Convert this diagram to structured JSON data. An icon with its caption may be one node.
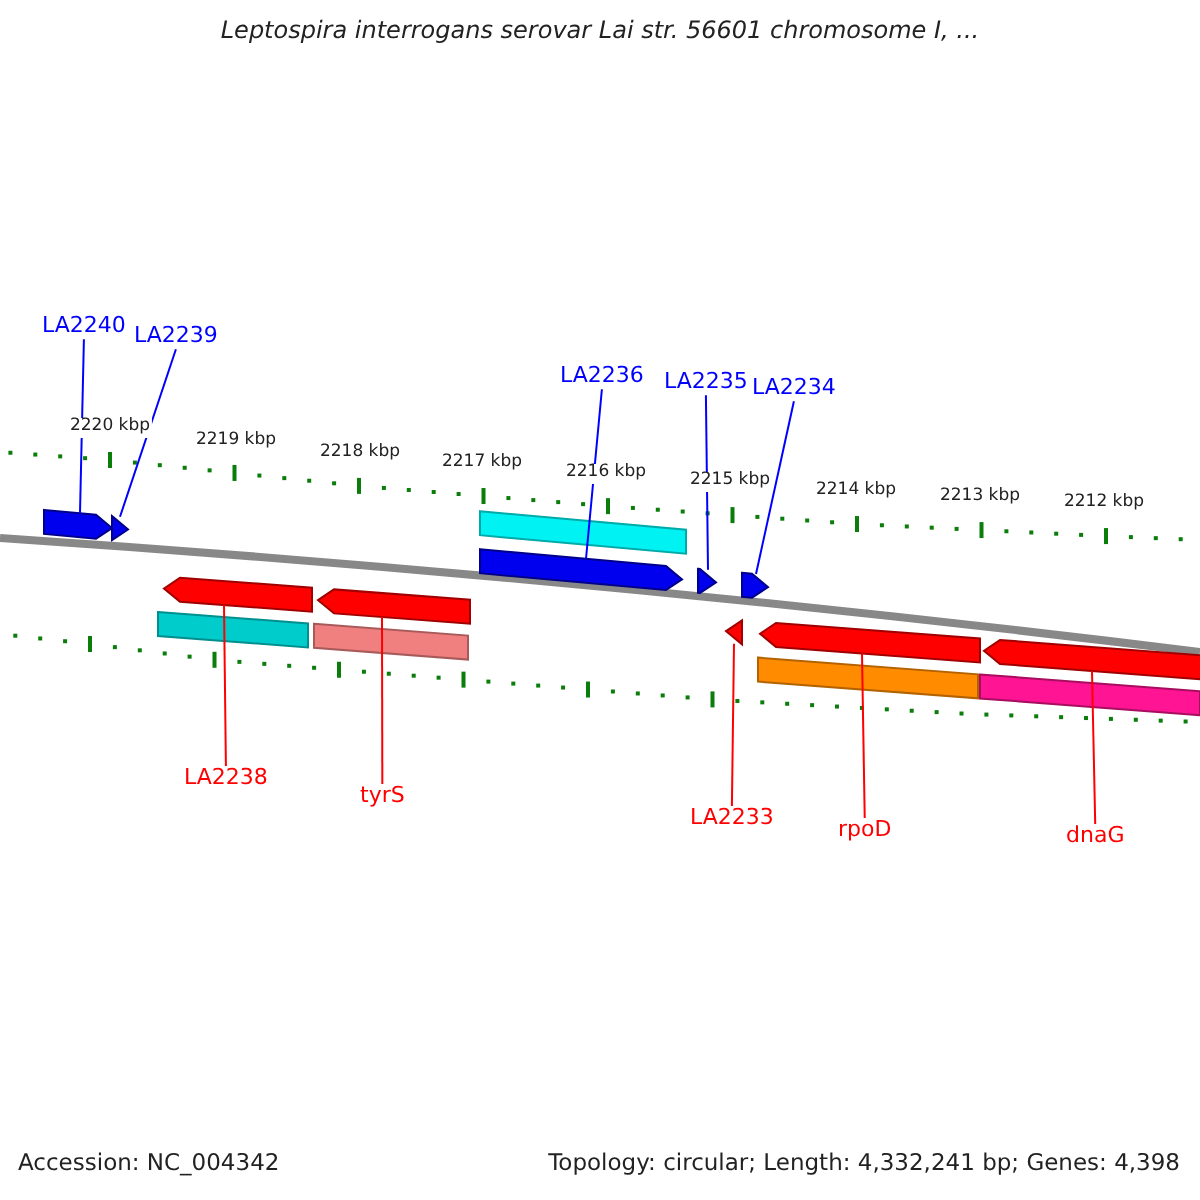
{
  "diagram": {
    "title": "Leptospira interrogans serovar Lai str. 56601 chromosome I, ...",
    "nodes": [
      {
        "text": [
          "LA2240"
        ]
      },
      {
        "text": [
          "LA2239"
        ]
      },
      {
        "text": [
          "LA2236"
        ]
      },
      {
        "text": [
          "LA2235"
        ]
      },
      {
        "text": [
          "LA2234"
        ]
      },
      {
        "text": [],
        "shape": "arrow"
      },
      {
        "text": [],
        "shape": "arrow"
      },
      {
        "text": [],
        "shape": "arrow"
      },
      {
        "text": [],
        "shape": "arrow"
      },
      {
        "text": [],
        "shape": "arrow"
      },
      {
        "text": [],
        "shape": "arrow"
      },
      {
        "text": [],
        "shape": "arrow"
      },
      {
        "text": [],
        "shape": "arrow"
      },
      {
        "text": [],
        "shape": "arrow"
      },
      {
        "text": [],
        "shape": "arrow"
      },
      {
        "text": [
          "LA2238"
        ]
      },
      {
        "text": [
          "tyrS"
        ]
      },
      {
        "text": [
          "LA2233"
        ]
      },
      {
        "text": [
          "rpoD"
        ]
      },
      {
        "text": [
          "dnaG"
        ]
      },
      {
        "text": [],
        "shape": "bar"
      },
      {
        "text": [],
        "shape": "bar"
      },
      {
        "text": [],
        "shape": "bar"
      },
      {
        "text": [],
        "shape": "bar"
      },
      {
        "text": [],
        "shape": "bar"
      }
    ],
    "edges": [
      {
        "from": 0,
        "to": 5,
        "arrow": "none",
        "color": "#0000ff"
      },
      {
        "from": 1,
        "to": 6,
        "arrow": "none",
        "color": "#0000ff"
      },
      {
        "from": 2,
        "to": 7,
        "arrow": "none",
        "color": "#0000ff"
      },
      {
        "from": 3,
        "to": 8,
        "arrow": "none",
        "color": "#0000ff"
      },
      {
        "from": 4,
        "to": 9,
        "arrow": "none",
        "color": "#0000ff"
      },
      {
        "from": 15,
        "to": 10,
        "arrow": "none",
        "color": "#ff0000"
      },
      {
        "from": 16,
        "to": 11,
        "arrow": "none",
        "color": "#ff0000"
      },
      {
        "from": 17,
        "to": 12,
        "arrow": "none",
        "color": "#ff0000"
      },
      {
        "from": 18,
        "to": 13,
        "arrow": "none",
        "color": "#ff0000"
      },
      {
        "from": 19,
        "to": 14,
        "arrow": "none",
        "color": "#ff0000"
      }
    ],
    "labels": [
      "2220 kbp",
      "2219 kbp",
      "2218 kbp",
      "2217 kbp",
      "2216 kbp",
      "2215 kbp",
      "2214 kbp",
      "2213 kbp",
      "2212 kbp",
      "Accession: NC_004342",
      "Topology: circular; Length: 4,332,241 bp; Genes: 4,398"
    ]
  }
}
